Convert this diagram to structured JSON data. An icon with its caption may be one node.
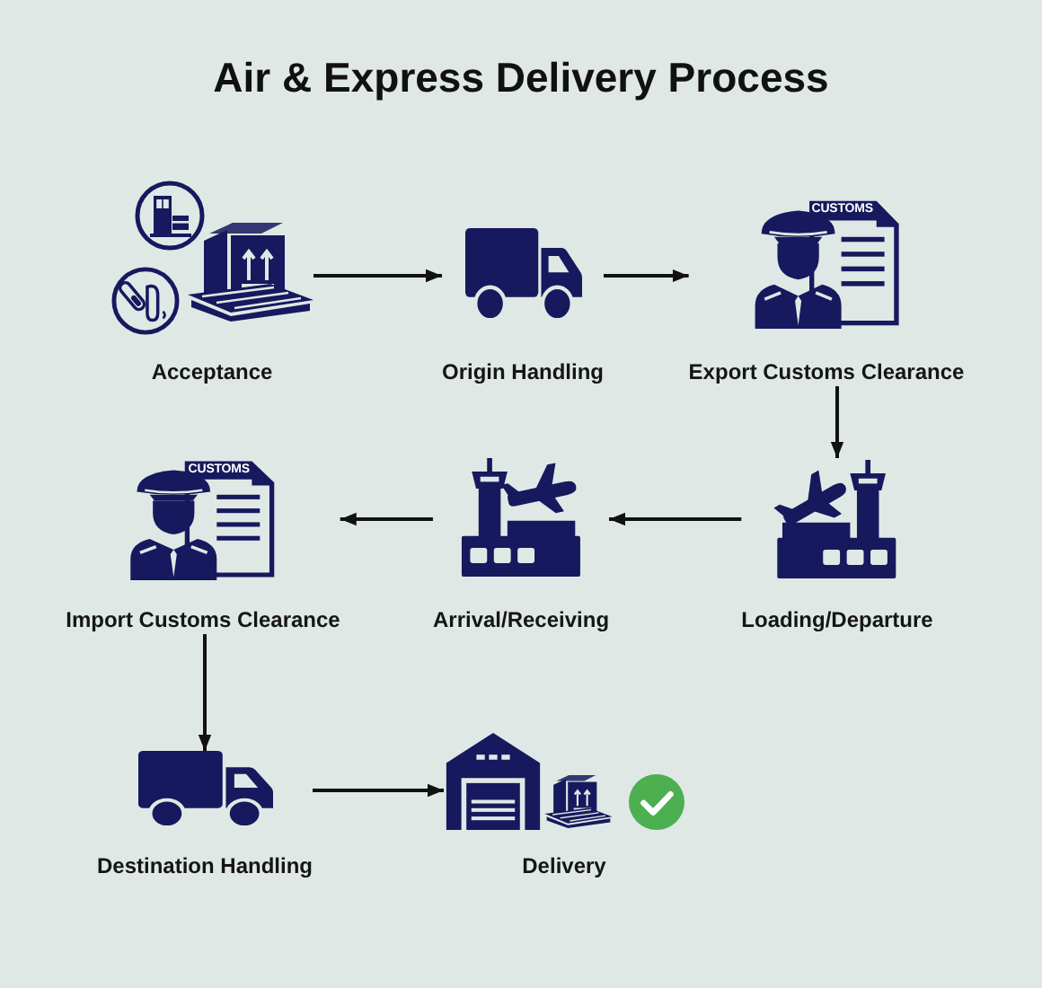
{
  "diagram": {
    "title": "Air & Express Delivery Process",
    "nodes": [
      {
        "text": [
          "Acceptance"
        ]
      },
      {
        "text": [
          "Origin Handling"
        ]
      },
      {
        "text": [
          "CUSTOMS",
          "Export Customs Clearance"
        ]
      },
      {
        "text": [
          "Loading/Departure"
        ]
      },
      {
        "text": [
          "Arrival/Receiving"
        ]
      },
      {
        "text": [
          "CUSTOMS",
          "Import Customs Clearance"
        ]
      },
      {
        "text": [
          "Destination Handling"
        ]
      },
      {
        "text": [
          "Delivery"
        ]
      }
    ],
    "edges": [
      {
        "from": 0,
        "to": 1,
        "arrow": "to"
      },
      {
        "from": 1,
        "to": 2,
        "arrow": "to"
      },
      {
        "from": 2,
        "to": 3,
        "arrow": "to"
      },
      {
        "from": 3,
        "to": 4,
        "arrow": "to"
      },
      {
        "from": 4,
        "to": 5,
        "arrow": "to"
      },
      {
        "from": 5,
        "to": 6,
        "arrow": "to"
      },
      {
        "from": 6,
        "to": 7,
        "arrow": "to"
      }
    ]
  }
}
